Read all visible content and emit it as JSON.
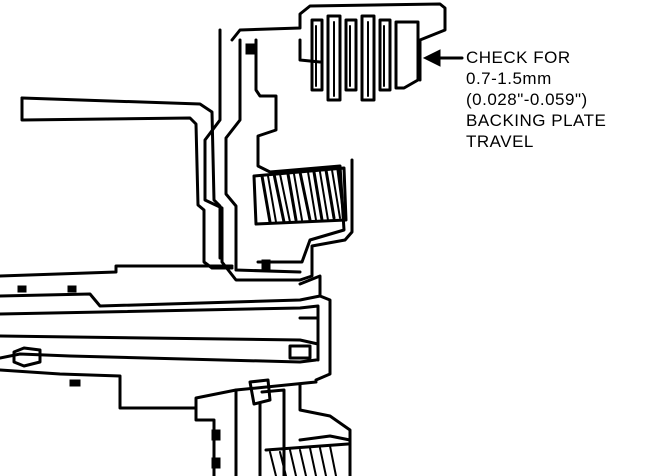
{
  "callout": {
    "lines": [
      "CHECK FOR",
      "0.7-1.5mm",
      "(0.028\"-0.059\")",
      "BACKING PLATE",
      "TRAVEL"
    ]
  }
}
